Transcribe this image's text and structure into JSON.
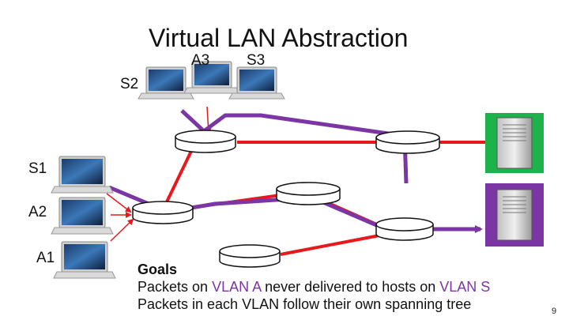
{
  "title": "Virtual LAN Abstraction",
  "host_labels": {
    "a3": "A3",
    "s3": "S3",
    "s2": "S2",
    "s1": "S1",
    "a2": "A2",
    "a1": "A1"
  },
  "goals": {
    "heading": "Goals",
    "line1_part1": "Packets on ",
    "line1_vlan_a": "VLAN A",
    "line1_part2": " never delivered to hosts on ",
    "line1_vlan_s": "VLAN S",
    "line2": "Packets in each VLAN follow their own spanning tree"
  },
  "page_number": "9",
  "colors": {
    "vlan_s_path": "#7b35a5",
    "vlan_a_links": "#e8181b",
    "server_green": "#1db24a",
    "server_purple": "#7b35a5",
    "switch_fill": "#ffffff",
    "switch_stroke": "#111111"
  }
}
